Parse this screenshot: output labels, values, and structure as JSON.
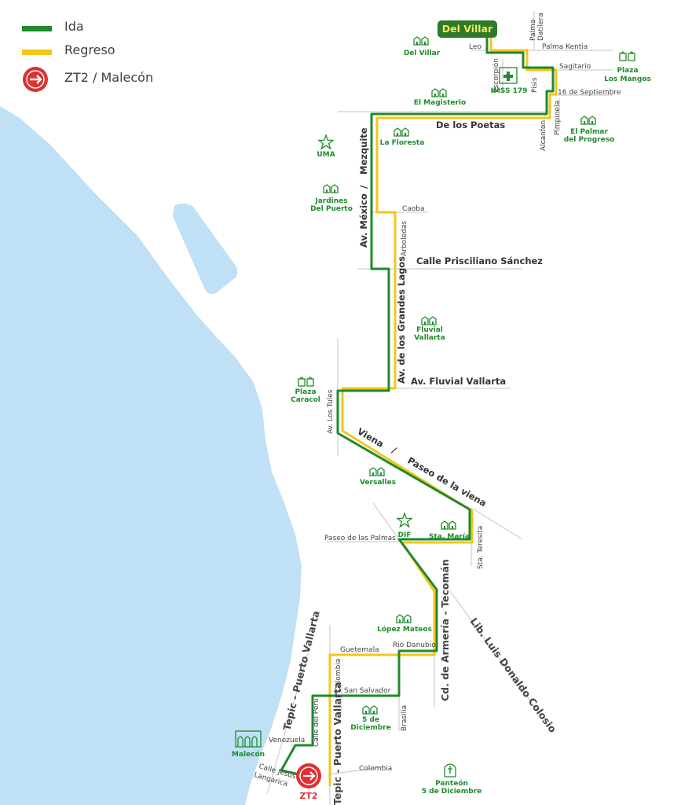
{
  "legend": {
    "ida": {
      "label": "Ida",
      "color": "#1f8a2c"
    },
    "regreso": {
      "label": "Regreso",
      "color": "#f5c518"
    },
    "transfer": {
      "label": "ZT2 / Malecón",
      "color": "#e03030",
      "icon": "arrow-transfer-icon"
    }
  },
  "colors": {
    "sea": "#c0e0f5",
    "road": "#cfcfcf",
    "poi": "#1f8a2c",
    "terminal_bg": "#2d7a2a",
    "terminal_text": "#ffe45c"
  },
  "terminal": {
    "label": "Del Villar"
  },
  "zt2": {
    "label": "ZT2"
  },
  "streets": {
    "leo": "Leo",
    "palma1": "Palma",
    "palma2": "Datilera",
    "palma_kentia": "Palma Kentia",
    "sagitario": "Sagitario",
    "escorpion": "Escorpión",
    "pisis": "Pisis",
    "septiembre": "16 de Septiembre",
    "pimpinela": "Pimpinela",
    "alcanfon": "Alcanfon",
    "poetas": "De los Poetas",
    "mexico": "Av. México",
    "sep1": "/",
    "mezquite": "Mezquite",
    "caoba": "Caoba",
    "arboledas": "Arboledas",
    "prisciliano": "Calle Prisciliano Sánchez",
    "grandes_lagos": "Av. de los Grandes Lagos",
    "fluvial": "Av. Fluvial Vallarta",
    "tules": "Av. Los Tules",
    "viena": "Viena",
    "sep2": "/",
    "paseo_viena": "Paseo de la viena",
    "paseo_palmas": "Paseo de las Palmas",
    "sta_teresita": "Sta. Teresita",
    "armeria": "Cd. de Armería  -  Tecomán",
    "colosio": "Lib. Luis Donaldo Colosio",
    "tepic1": "Tepic - Puerto Vallarta",
    "tepic2": "Tepic - Puerto Vallarta",
    "guatemala": "Guetemala",
    "rio_danubio": "Rio Danubio",
    "colombia1": "Colombia",
    "san_salvador": "San Salvador",
    "brasilia": "Brasilia",
    "venezuela": "Venezuela",
    "calle_peru": "Calle del Peru",
    "jesus1": "Calle Jesús",
    "jesus2": "Langarica",
    "colombia2": "Colombia"
  },
  "pois": {
    "del_villar": [
      "Del Villar"
    ],
    "magisterio": [
      "El Magisterio"
    ],
    "imss": [
      "IMSS 179"
    ],
    "plaza_mangos": [
      "Plaza",
      "Los Mangos"
    ],
    "palmar": [
      "El Palmar",
      "del Progreso"
    ],
    "floresta": [
      "La Floresta"
    ],
    "uma": [
      "UMA"
    ],
    "jardines": [
      "Jardines",
      "Del Puerto"
    ],
    "fluvial": [
      "Fluvial",
      "Vallarta"
    ],
    "plaza_caracol": [
      "Plaza",
      "Caracol"
    ],
    "versalles": [
      "Versalles"
    ],
    "dif": [
      "DIF"
    ],
    "sta_maria": [
      "Sta. María"
    ],
    "lopez_mateos": [
      "López Mateos"
    ],
    "cinco_diciembre": [
      "5 de",
      "Diciembre"
    ],
    "malecon": [
      "Malecón"
    ],
    "panteon": [
      "Panteón",
      "5 de Diciembre"
    ]
  }
}
